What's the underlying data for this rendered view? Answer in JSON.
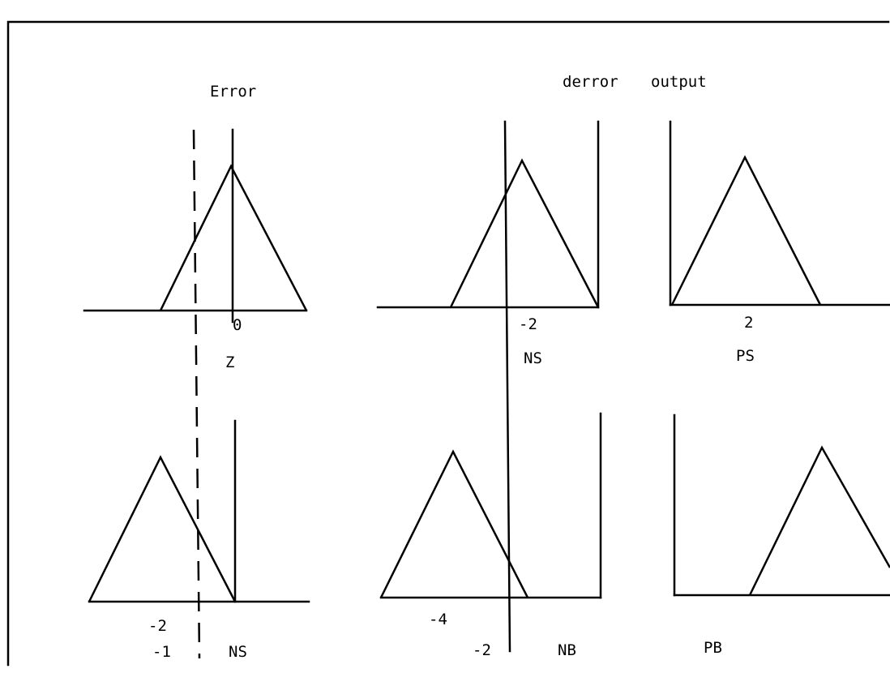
{
  "headings": {
    "error": "Error",
    "derror": "derror",
    "output": "output"
  },
  "panels": {
    "error_z": {
      "tick": "0",
      "set": "Z"
    },
    "error_ns": {
      "tick": "-2",
      "set": "NS"
    },
    "error_reading": "-1",
    "derror_ns": {
      "tick": "-2",
      "set": "NS"
    },
    "derror_nb": {
      "tick": "-4",
      "set": "NB"
    },
    "derror_reading": "-2",
    "output_ps": {
      "tick": "2",
      "set": "PS"
    },
    "output_pb": {
      "set": "PB"
    }
  },
  "colors": {
    "ink": "#000000",
    "background": "#ffffff"
  }
}
